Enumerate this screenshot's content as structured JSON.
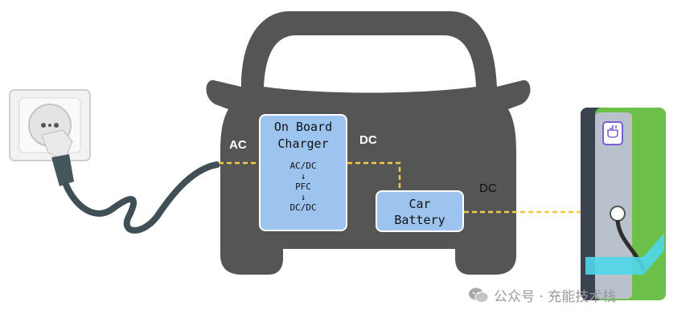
{
  "onboard_charger": {
    "title_line1": "On Board",
    "title_line2": "Charger",
    "stages": [
      "AC/DC",
      "↓",
      "PFC",
      "↓",
      "DC/DC"
    ]
  },
  "battery": {
    "title_line1": "Car",
    "title_line2": "Battery"
  },
  "labels": {
    "ac": "AC",
    "dc_internal": "DC",
    "dc_external": "DC"
  },
  "watermark": {
    "icon": "wechat-icon",
    "text": "公众号 · 充能技术栈"
  },
  "colors": {
    "car_body": "#555555",
    "box_fill": "#9dc3ef",
    "connection_line": "#f5c842",
    "cable": "#3f4f55",
    "charger_green": "#6cc04a"
  }
}
